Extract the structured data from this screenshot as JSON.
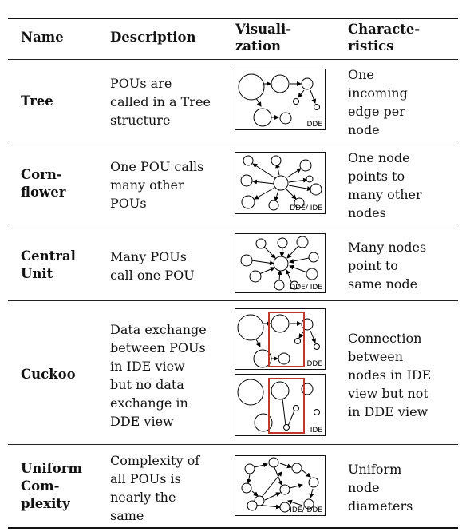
{
  "header": {
    "name": "Name",
    "description": "Description",
    "visualization": "Visuali-\nzation",
    "characteristics": "Characte-\nristics"
  },
  "rows": [
    {
      "name": "Tree",
      "description": "POUs are\ncalled in a Tree\nstructure",
      "characteristics": "One\nincoming\nedge per\nnode",
      "viz_labels": [
        "DDE"
      ]
    },
    {
      "name": "Corn-\nflower",
      "description": "One POU calls\nmany other\nPOUs",
      "characteristics": "One node\npoints to\nmany other\nnodes",
      "viz_labels": [
        "DDE/ IDE"
      ]
    },
    {
      "name": "Central\nUnit",
      "description": "Many POUs\ncall one POU",
      "characteristics": "Many nodes\npoint to\nsame node",
      "viz_labels": [
        "DDE/ IDE"
      ]
    },
    {
      "name": "Cuckoo",
      "description": "Data exchange\nbetween POUs\nin IDE view\nbut no data\nexchange in\nDDE view",
      "characteristics": "Connection\nbetween\nnodes in IDE\nview but not\nin DDE view",
      "viz_labels": [
        "DDE",
        "IDE"
      ],
      "highlight_color": "#c0392b"
    },
    {
      "name": "Uniform\nCom-\nplexity",
      "description": "Complexity of\nall POUs is\nnearly the\nsame",
      "characteristics": "Uniform\nnode\ndiameters",
      "viz_labels": [
        "IDE/ DDE"
      ]
    }
  ]
}
